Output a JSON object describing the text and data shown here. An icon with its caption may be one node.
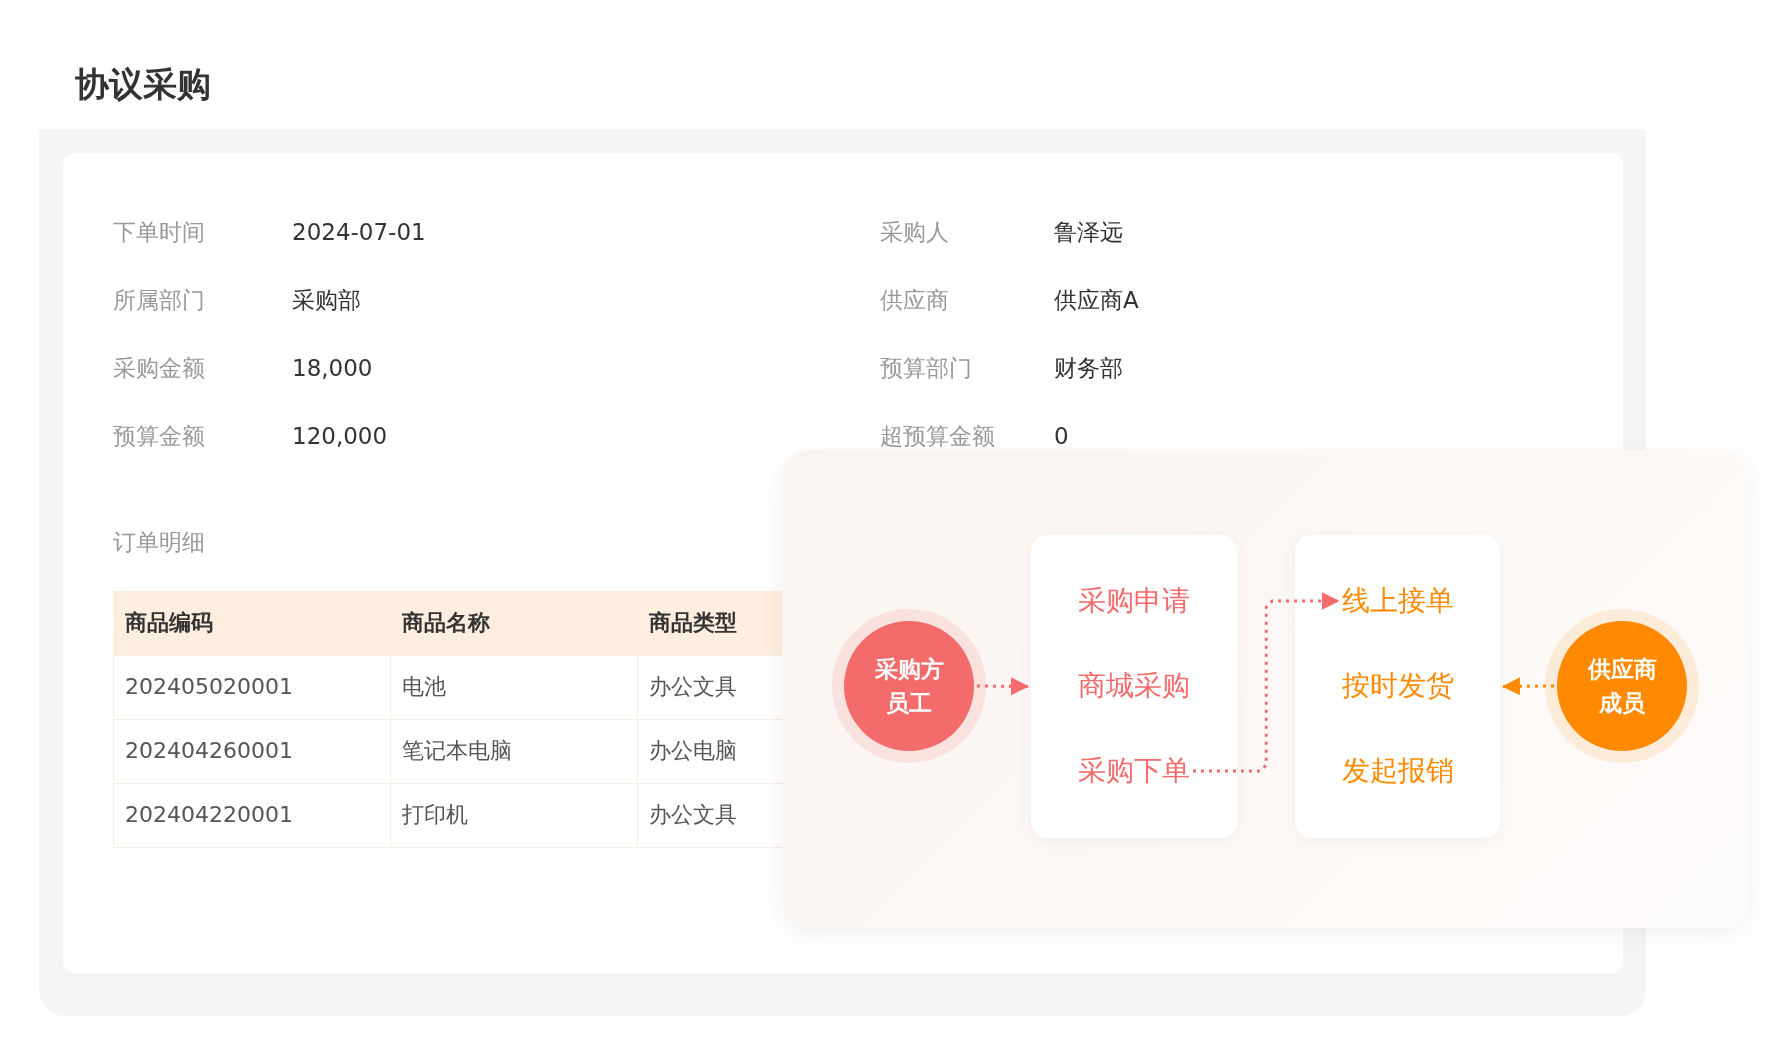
{
  "diagram": {
    "title": "协议采购",
    "nodes": [
      {
        "text": [
          "采购方员工"
        ]
      },
      {
        "text": [],
        "shape": "box"
      },
      {
        "text": [
          "采购申请"
        ],
        "in": 1
      },
      {
        "text": [
          "商城采购"
        ],
        "in": 1
      },
      {
        "text": [
          "采购下单"
        ],
        "in": 1
      },
      {
        "text": [],
        "shape": "box"
      },
      {
        "text": [
          "线上接单"
        ],
        "in": 5
      },
      {
        "text": [
          "按时发货"
        ],
        "in": 5
      },
      {
        "text": [
          "发起报销"
        ],
        "in": 5
      },
      {
        "text": [
          "供应商成员"
        ]
      }
    ],
    "edges": [
      {
        "from": 0,
        "to": 1,
        "arrow": "to",
        "style": "dashed"
      },
      {
        "from": 4,
        "to": 6,
        "arrow": "to",
        "style": "dashed"
      },
      {
        "from": 9,
        "to": 5,
        "arrow": "to",
        "style": "dashed",
        "color": "#ff8a00"
      }
    ],
    "labels": [
      "下单时间",
      "2024-07-01",
      "采购人",
      "鲁泽远",
      "所属部门",
      "采购部",
      "供应商",
      "供应商A",
      "采购金额",
      "18,000",
      "预算部门",
      "财务部",
      "预算金额",
      "120,000",
      "超预算金额",
      "0",
      "订单明细",
      "商品编码",
      "商品名称",
      "商品类型",
      "202405020001",
      "电池",
      "办公文具",
      "202404260001",
      "笔记本电脑",
      "办公电脑",
      "202404220001",
      "打印机",
      "办公文具"
    ]
  }
}
